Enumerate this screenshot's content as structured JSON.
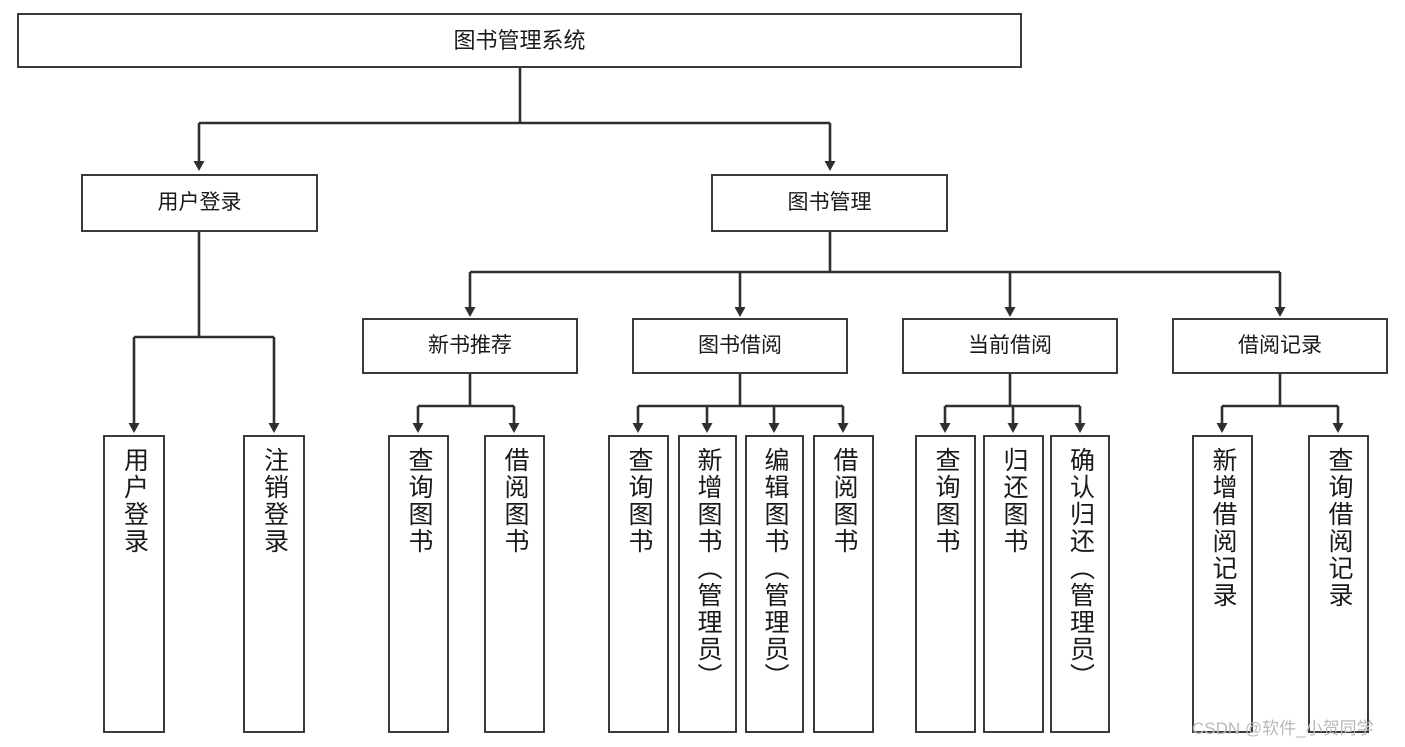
{
  "diagram": {
    "title": "图书管理系统",
    "type": "hierarchy-tree",
    "watermark": "CSDN @软件_小贺同学",
    "colors": {
      "box_border": "#3a3a3a",
      "box_fill": "#ffffff",
      "connector": "#2f2f2f",
      "text": "#1a1a1a",
      "watermark": "#b9b9b9"
    },
    "nodes": {
      "root": {
        "label": "图书管理系统"
      },
      "level1": [
        {
          "label": "用户登录"
        },
        {
          "label": "图书管理"
        }
      ],
      "level2": [
        {
          "label": "新书推荐"
        },
        {
          "label": "图书借阅"
        },
        {
          "label": "当前借阅"
        },
        {
          "label": "借阅记录"
        }
      ],
      "leaves": {
        "user_login": [
          {
            "label": "用户登录"
          },
          {
            "label": "注销登录"
          }
        ],
        "new_book_recommend": [
          {
            "label": "查询图书"
          },
          {
            "label": "借阅图书"
          }
        ],
        "book_borrow": [
          {
            "label": "查询图书"
          },
          {
            "label": "新增图书（管理员）"
          },
          {
            "label": "编辑图书（管理员）"
          },
          {
            "label": "借阅图书"
          }
        ],
        "current_borrow": [
          {
            "label": "查询图书"
          },
          {
            "label": "归还图书"
          },
          {
            "label": "确认归还（管理员）"
          }
        ],
        "borrow_record": [
          {
            "label": "新增借阅记录"
          },
          {
            "label": "查询借阅记录"
          }
        ]
      }
    }
  }
}
